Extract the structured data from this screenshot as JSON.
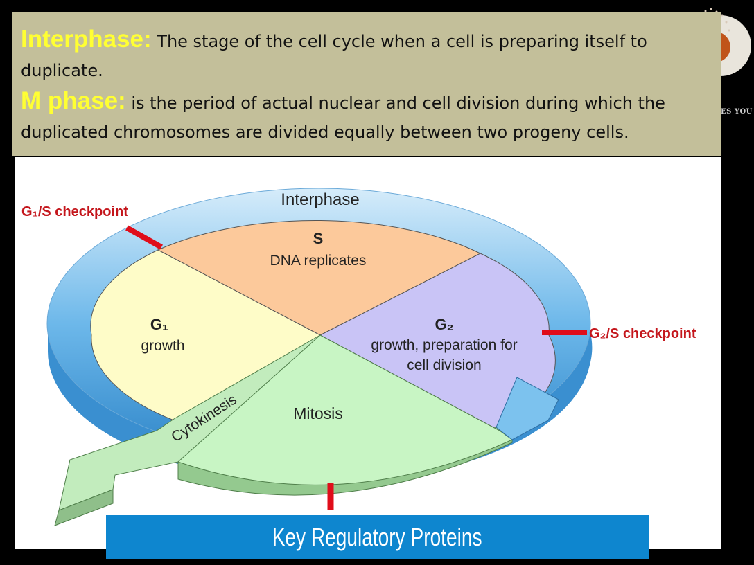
{
  "slide": {
    "logo_text": "ES YOU",
    "definitions": [
      {
        "term": "Interphase:",
        "text": " The stage of the cell cycle when a cell is preparing itself to duplicate."
      },
      {
        "term": "M phase:",
        "text": " is the period of actual nuclear and cell division during which the duplicated chromosomes are divided equally between two progeny cells."
      }
    ],
    "caption": "Key Regulatory Proteins"
  },
  "diagram": {
    "ring_label": "Interphase",
    "checkpoints": {
      "g1s": "G₁/S checkpoint",
      "g2s": "G₂/S checkpoint"
    },
    "phases": {
      "s_title": "S",
      "s_desc": "DNA replicates",
      "g1_title": "G₁",
      "g1_desc": "growth",
      "g2_title": "G₂",
      "g2_desc_line1": "growth, preparation for",
      "g2_desc_line2": "cell division",
      "mitosis": "Mitosis",
      "cytokinesis": "Cytokinesis"
    },
    "colors": {
      "s": "#fcc99b",
      "g1": "#fefcc8",
      "g2": "#c9c4f6",
      "mitosis": "#c8f5c4",
      "ring": "#5aaee6",
      "checkpoint": "#e00d1a"
    }
  }
}
